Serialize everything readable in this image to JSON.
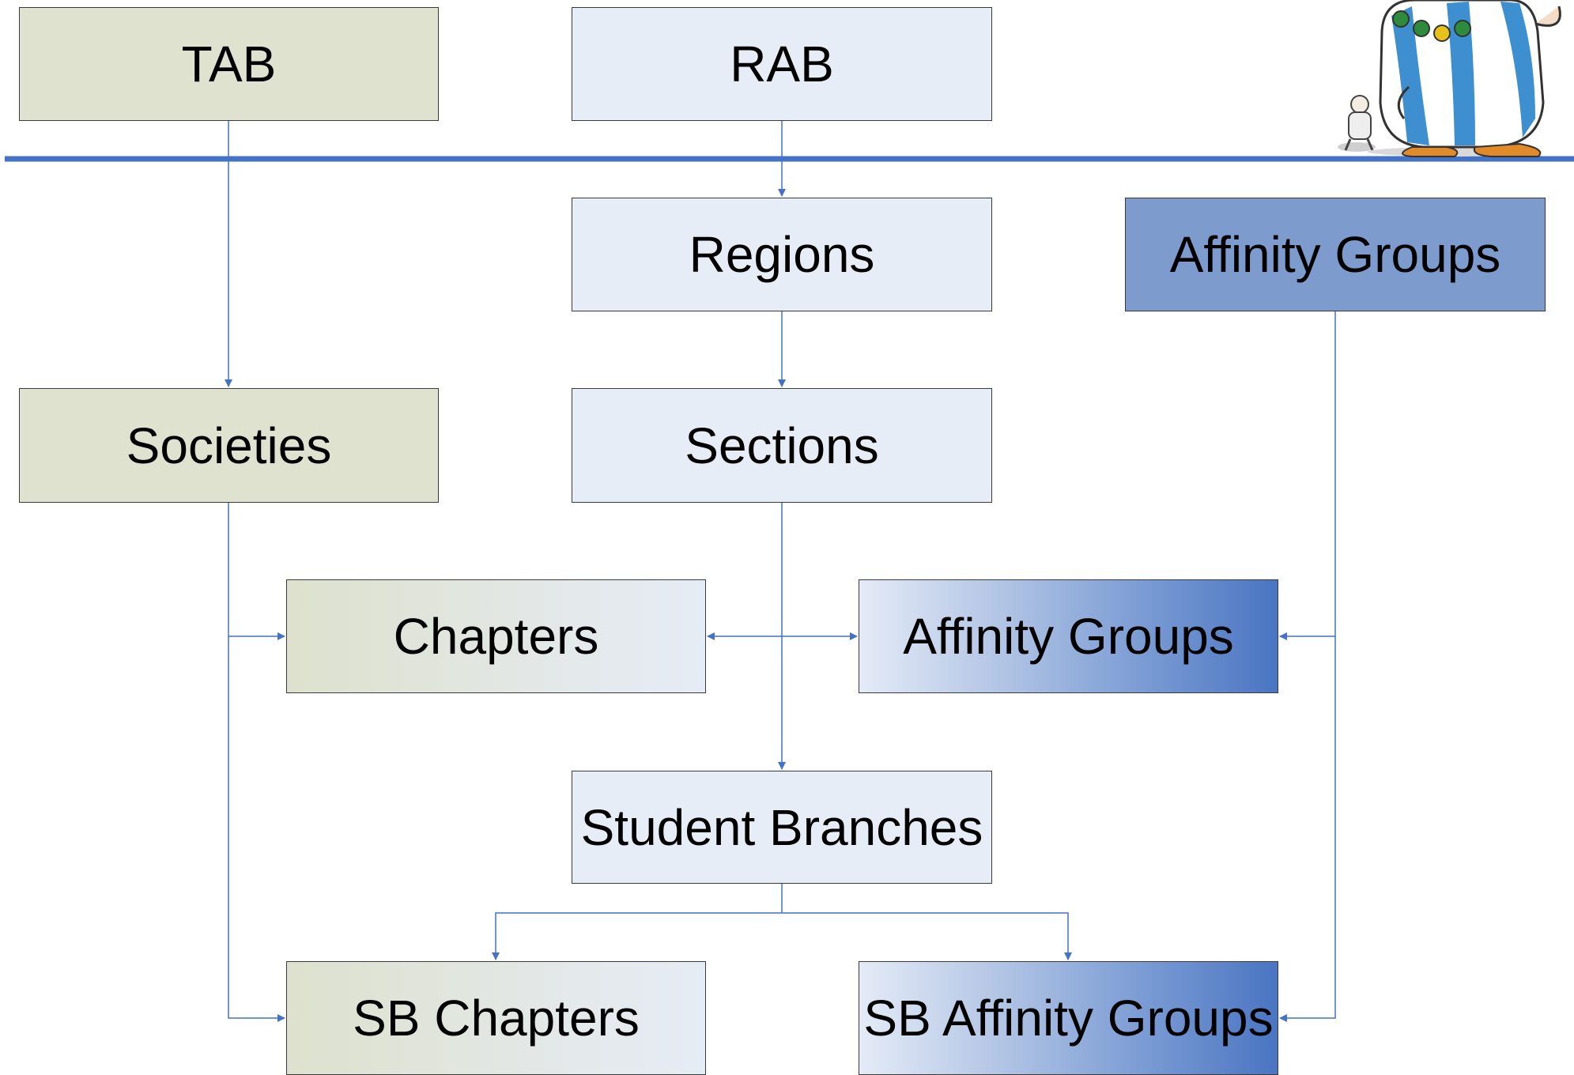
{
  "nodes": {
    "tab": "TAB",
    "rab": "RAB",
    "regions": "Regions",
    "affinity_groups_top": "Affinity Groups",
    "societies": "Societies",
    "sections": "Sections",
    "chapters": "Chapters",
    "affinity_groups_mid": "Affinity Groups",
    "student_branches": "Student Branches",
    "sb_chapters": "SB Chapters",
    "sb_affinity_groups": "SB Affinity Groups"
  },
  "colors": {
    "connector": "#4472c4",
    "divider": "#4472c4",
    "green_box": "#dee2ce",
    "light_box": "#e6edf7",
    "blue_box": "#7d9bcc"
  },
  "mascot": "cartoon-character-image"
}
